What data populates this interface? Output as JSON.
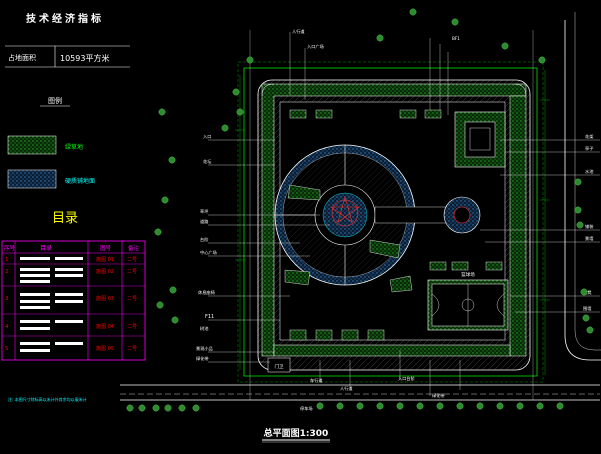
{
  "colors": {
    "background": "#000000",
    "white": "#ffffff",
    "cyan": "#00ffff",
    "green": "#00ff00",
    "yellow": "#ffff00",
    "magenta": "#ff00ff",
    "red": "#ff0000",
    "tree_green": "#2e8b2e",
    "hatch_green": "#22aa22",
    "hatch_cyan": "#3a7fbf"
  },
  "left_panel": {
    "title": "技术经济指标",
    "area_label": "占地面积",
    "area_value": "10593平方米",
    "legend_title": "图例",
    "legend_items": [
      {
        "label": "绿草地",
        "icon": "green-hatch-swatch"
      },
      {
        "label": "硬质铺地面",
        "icon": "cyan-hatch-swatch"
      }
    ],
    "table_heading": "目录",
    "table": {
      "headers": [
        "序号",
        "目录",
        "图号",
        "备注"
      ],
      "rows": [
        {
          "no": "1",
          "code": "施图 01",
          "note": "二号"
        },
        {
          "no": "2",
          "code": "施图 02",
          "note": "二号"
        },
        {
          "no": "3",
          "code": "施图 03",
          "note": "二号"
        },
        {
          "no": "4",
          "code": "施图 04",
          "note": "二号"
        },
        {
          "no": "5",
          "code": "施图 05",
          "note": "二号"
        }
      ]
    },
    "footnote": "注: 本图尺寸除标高以米计外其余均以毫米计"
  },
  "plan": {
    "title": "总平面图1:300",
    "court_label": "篮球场",
    "left_annotations": [
      "入口",
      "花坛",
      "草坪",
      "道路",
      "台阶",
      "中心广场",
      "休息座椅",
      "树池",
      "景观小品",
      "绿化带"
    ],
    "top_annotations": [
      "人行道",
      "入口广场",
      "BF1"
    ],
    "right_annotations": [
      "花架",
      "亭子",
      "水池",
      "铺装",
      "景墙",
      "坐凳",
      "围墙"
    ],
    "bottom_annotations": [
      "车行道",
      "人行道",
      "入口台阶",
      "绿化带",
      "停车场"
    ],
    "gate_label": "门卫",
    "fl_label": "F11"
  }
}
